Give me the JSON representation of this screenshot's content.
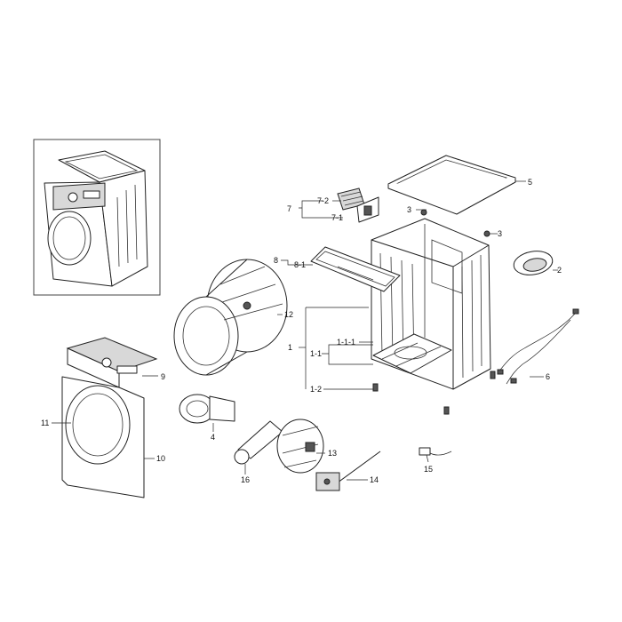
{
  "callouts": {
    "c1": "1",
    "c1_1": "1-1",
    "c1_1_1": "1-1-1",
    "c1_2": "1-2",
    "c2": "2",
    "c3a": "3",
    "c3b": "3",
    "c4": "4",
    "c5": "5",
    "c6": "6",
    "c7": "7",
    "c7_1": "7-1",
    "c7_2": "7-2",
    "c8": "8",
    "c8_1": "8-1",
    "c9": "9",
    "c10": "10",
    "c11": "11",
    "c12": "12",
    "c13": "13",
    "c14": "14",
    "c15": "15",
    "c16": "16"
  }
}
